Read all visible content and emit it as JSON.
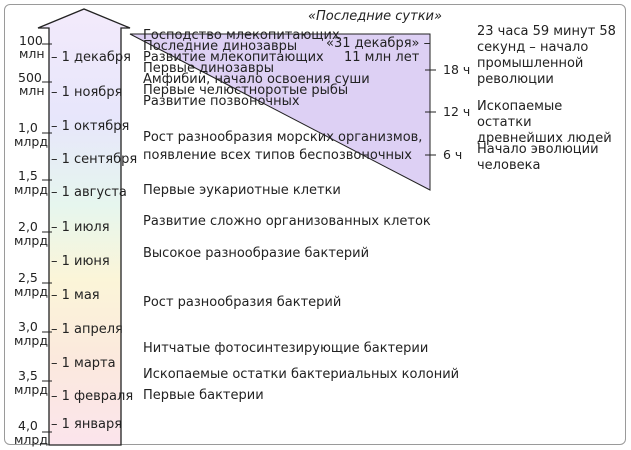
{
  "title": "«Последние сутки»",
  "dec31": [
    "«31 декабря» –",
    "11 млн лет"
  ],
  "scale": [
    {
      "value": "100",
      "unit": "млн"
    },
    {
      "value": "500",
      "unit": "млн"
    },
    {
      "value": "1,0",
      "unit": "млрд"
    },
    {
      "value": "1,5",
      "unit": "млрд"
    },
    {
      "value": "2,0",
      "unit": "млрд"
    },
    {
      "value": "2,5",
      "unit": "млрд"
    },
    {
      "value": "3,0",
      "unit": "млрд"
    },
    {
      "value": "3,5",
      "unit": "млрд"
    },
    {
      "value": "4,0",
      "unit": "млрд"
    }
  ],
  "months": [
    "– 1 декабря",
    "– 1 ноября",
    "– 1 октября",
    "– 1 сентября",
    "– 1 августа",
    "– 1 июля",
    "– 1 июня",
    "– 1 мая",
    "– 1 апреля",
    "– 1 марта",
    "– 1 февраля",
    "– 1 января"
  ],
  "events_top": [
    "Господство млекопитающих",
    "Последние динозавры",
    "Развитие млекопитающих",
    "Первые динозавры",
    "Амфибии, начало освоения суши",
    "Первые челюстноротые рыбы",
    "Развитие позвоночных"
  ],
  "events": [
    "Рост разнообразия морских организмов,",
    "появление всех типов беспозвоночных",
    "Первые эукариотные клетки",
    "Развитие сложно организованных клеток",
    "Высокое разнообразие бактерий",
    "Рост разнообразия бактерий",
    "Нитчатые фотосинтезирующие бактерии",
    "Ископаемые остатки бактериальных колоний",
    "Первые бактерии"
  ],
  "hours": [
    "18 ч",
    "12 ч",
    "6 ч"
  ],
  "day_events": [
    "23 часа 59 минут 58 секунд – начало промышленной революции",
    "Ископаемые остатки древнейших людей",
    "Начало эволюции человека"
  ],
  "colors": {
    "frame": "#9a9a9a",
    "wedge": "#ddd0f4",
    "line": "#222222"
  }
}
